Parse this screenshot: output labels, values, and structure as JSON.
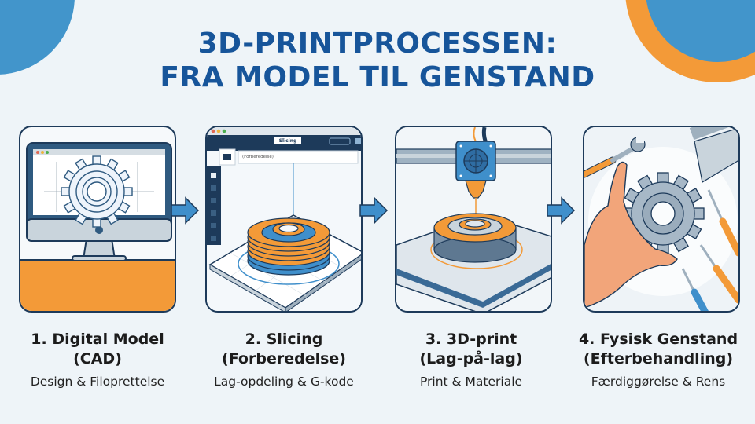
{
  "title": {
    "line1": "3D-PRINTPROCESSEN:",
    "line2": "FRA MODEL TIL GENSTAND"
  },
  "colors": {
    "title_blue": "#17559a",
    "accent_blue": "#4295cb",
    "accent_orange": "#f39a38",
    "outline_navy": "#1d3a5a",
    "background": "#eef4f8"
  },
  "steps": [
    {
      "title_line1": "1. Digital Model",
      "title_line2": "(CAD)",
      "subtitle": "Design & Filoprettelse",
      "illustration": "monitor-with-cad-gear"
    },
    {
      "title_line1": "2. Slicing",
      "title_line2": "(Forberedelse)",
      "subtitle": "Lag-opdeling & G-kode",
      "illustration": "slicer-software-layered-gear",
      "window": {
        "tab_label": "Slicing",
        "field_text": "(Forberedelse)"
      }
    },
    {
      "title_line1": "3. 3D-print",
      "title_line2": "(Lag-på-lag)",
      "subtitle": "Print & Materiale",
      "illustration": "printer-nozzle-extruding-gear"
    },
    {
      "title_line1": "4. Fysisk Genstand",
      "title_line2": "(Efterbehandling)",
      "subtitle": "Færdiggørelse & Rens",
      "illustration": "hand-holding-gear-with-tools"
    }
  ],
  "arrows": [
    "arrow-right",
    "arrow-right",
    "arrow-right"
  ]
}
